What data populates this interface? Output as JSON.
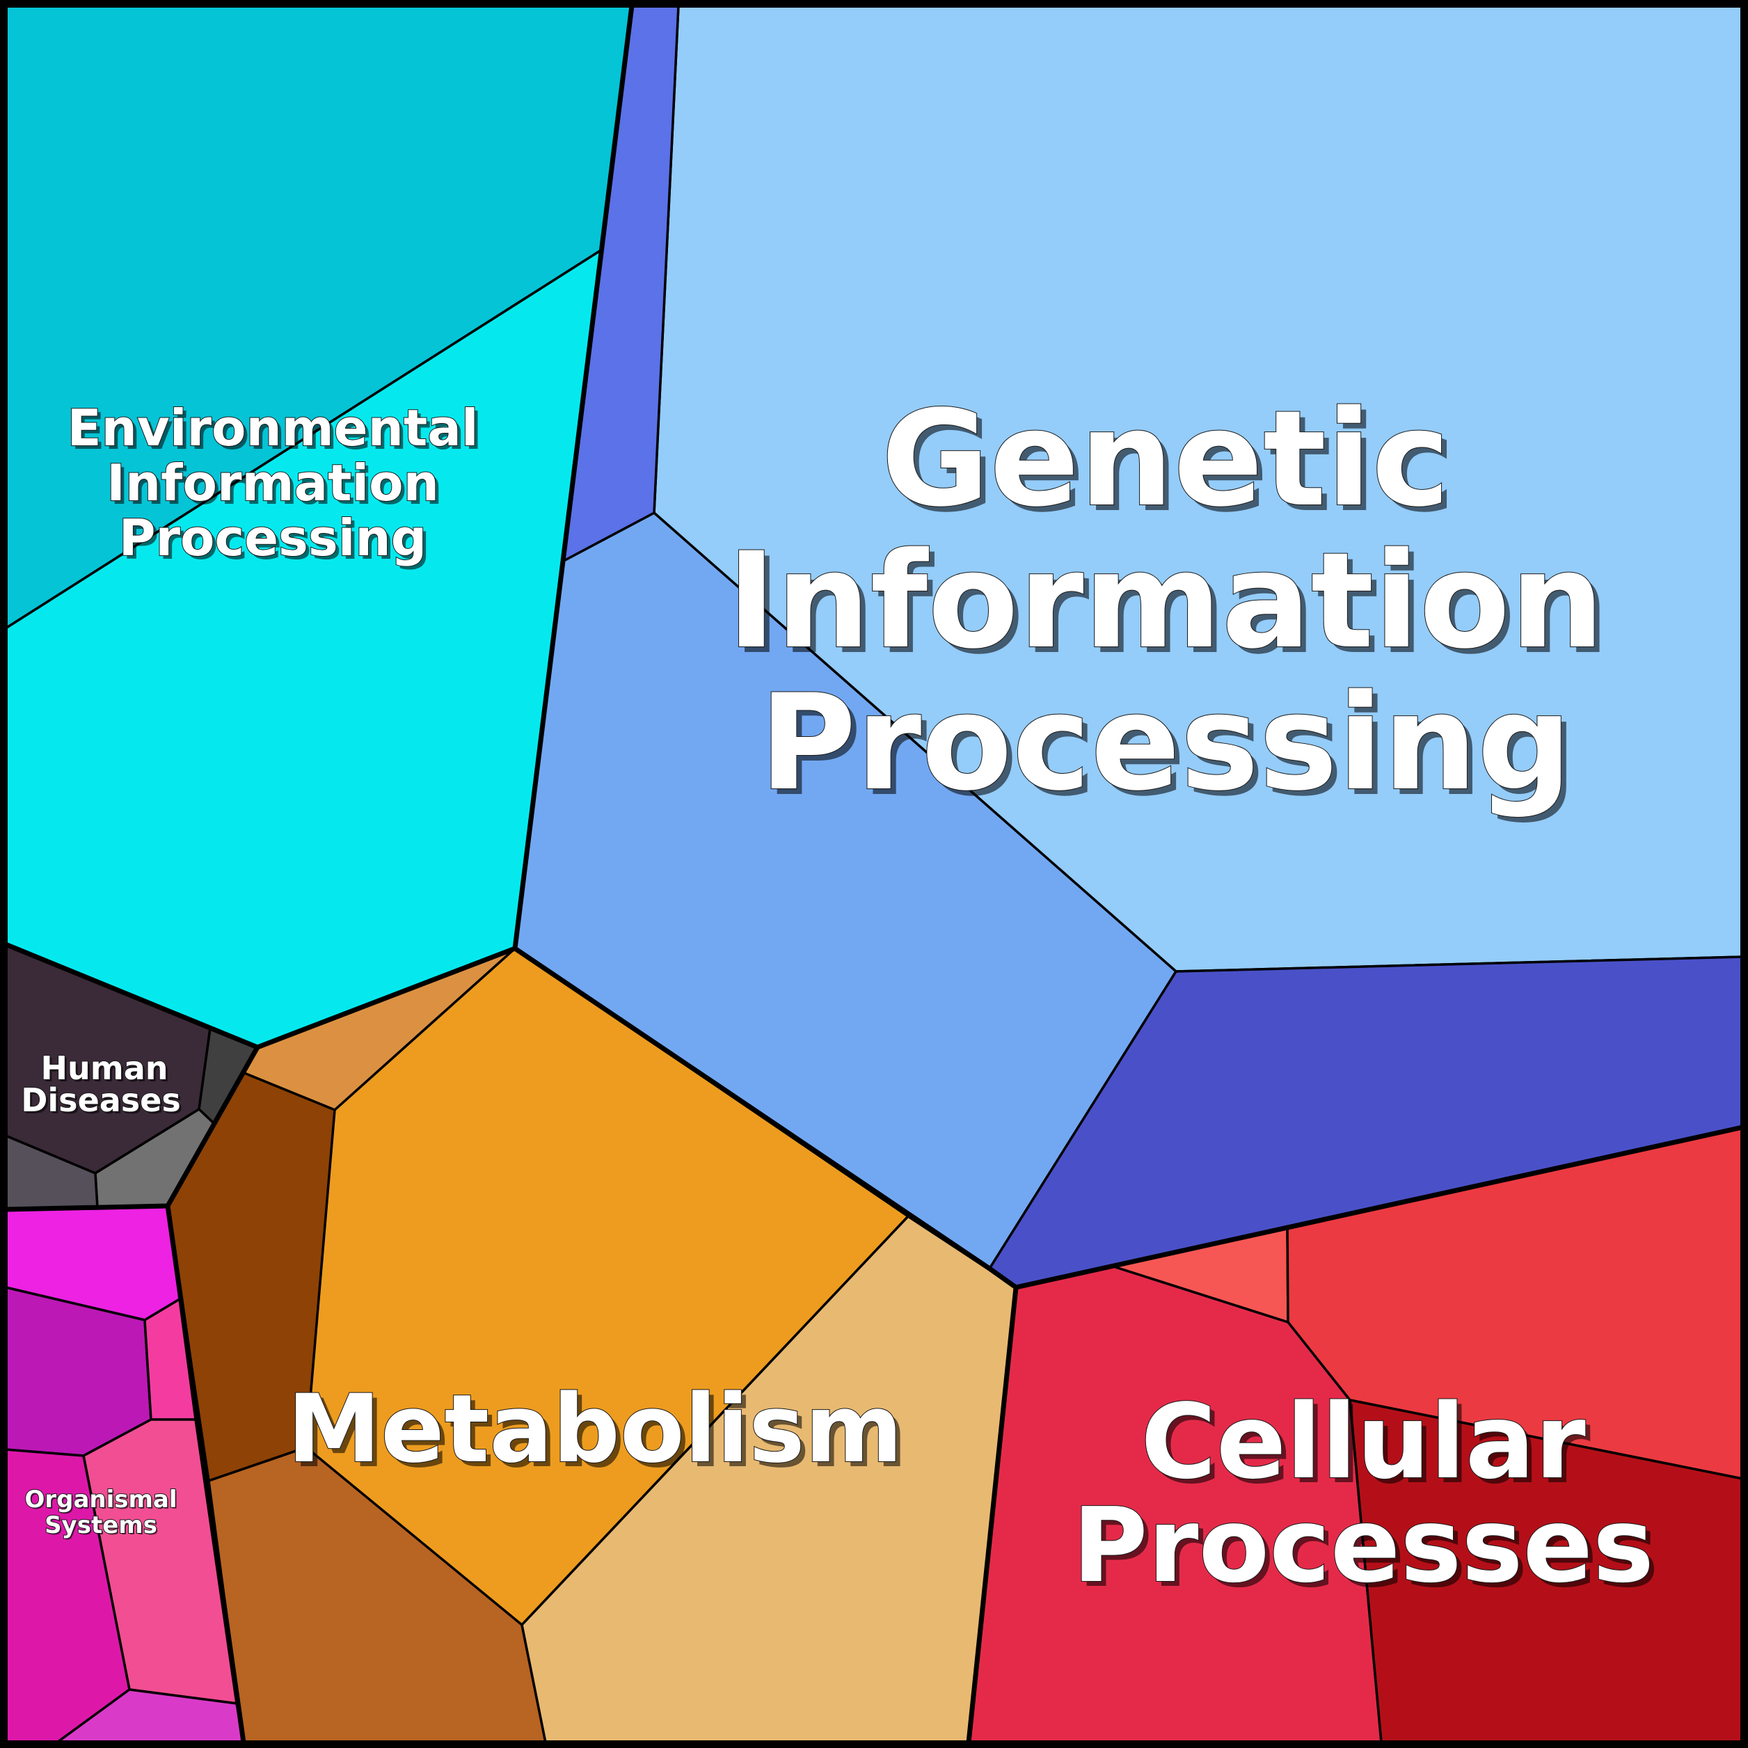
{
  "groups": {
    "genetic": {
      "lines": [
        "Genetic",
        "Information",
        "Processing"
      ],
      "cell_colors": [
        "#94ccfa",
        "#72a8f2",
        "#5b72e8",
        "#4a51c8"
      ]
    },
    "environmental": {
      "lines": [
        "Environmental",
        "Information",
        "Processing"
      ],
      "cell_colors": [
        "#04c4d6",
        "#05e9ee"
      ]
    },
    "metabolism": {
      "lines": [
        "Metabolism"
      ],
      "cell_colors": [
        "#ed9c1f",
        "#db9141",
        "#8e4205",
        "#b86422",
        "#e8b971"
      ]
    },
    "cellular": {
      "lines": [
        "Cellular",
        "Processes"
      ],
      "cell_colors": [
        "#e52a49",
        "#f75754",
        "#eb3a42",
        "#b40f18"
      ]
    },
    "human": {
      "lines": [
        "Human",
        "Diseases"
      ],
      "cell_colors": [
        "#3b2a38",
        "#404040",
        "#727272",
        "#56505a"
      ]
    },
    "organismal": {
      "lines": [
        "Organismal",
        "Systems"
      ],
      "cell_colors": [
        "#ed22e3",
        "#bc18b6",
        "#f43ca0",
        "#f24e93",
        "#dd18a9",
        "#d93bc8"
      ]
    }
  }
}
